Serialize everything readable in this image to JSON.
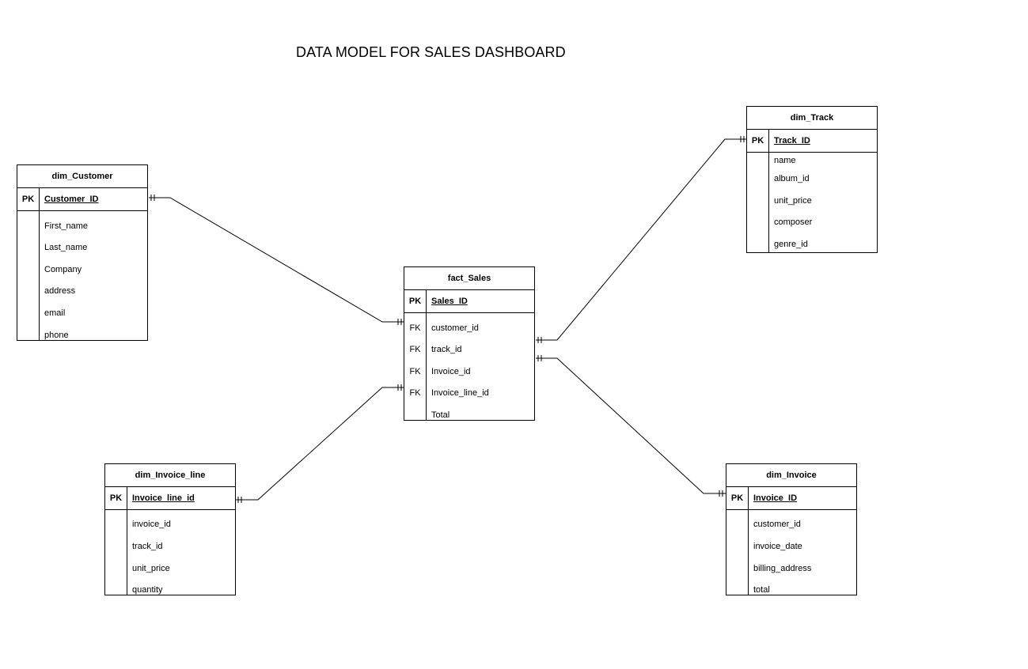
{
  "title": "DATA MODEL FOR SALES DASHBOARD",
  "entities": {
    "dim_customer": {
      "name": "dim_Customer",
      "pk": {
        "key": "PK",
        "field": "Customer_ID"
      },
      "fields": [
        {
          "key": "",
          "field": "First_name"
        },
        {
          "key": "",
          "field": "Last_name"
        },
        {
          "key": "",
          "field": "Company"
        },
        {
          "key": "",
          "field": "address"
        },
        {
          "key": "",
          "field": "email"
        },
        {
          "key": "",
          "field": "phone"
        }
      ]
    },
    "fact_sales": {
      "name": "fact_Sales",
      "pk": {
        "key": "PK",
        "field": "Sales_ID"
      },
      "fields": [
        {
          "key": "FK",
          "field": "customer_id"
        },
        {
          "key": "FK",
          "field": "track_id"
        },
        {
          "key": "FK",
          "field": "Invoice_id"
        },
        {
          "key": "FK",
          "field": "Invoice_line_id"
        },
        {
          "key": "",
          "field": "Total"
        }
      ]
    },
    "dim_track": {
      "name": "dim_Track",
      "pk": {
        "key": "PK",
        "field": "Track_ID"
      },
      "fields": [
        {
          "key": "",
          "field": "name"
        },
        {
          "key": "",
          "field": "album_id"
        },
        {
          "key": "",
          "field": "unit_price"
        },
        {
          "key": "",
          "field": "composer"
        },
        {
          "key": "",
          "field": "genre_id"
        }
      ]
    },
    "dim_invoice_line": {
      "name": "dim_Invoice_line",
      "pk": {
        "key": "PK",
        "field": "Invoice_line_id"
      },
      "fields": [
        {
          "key": "",
          "field": "invoice_id"
        },
        {
          "key": "",
          "field": "track_id"
        },
        {
          "key": "",
          "field": "unit_price"
        },
        {
          "key": "",
          "field": "quantity"
        }
      ]
    },
    "dim_invoice": {
      "name": "dim_Invoice",
      "pk": {
        "key": "PK",
        "field": "Invoice_ID"
      },
      "fields": [
        {
          "key": "",
          "field": "customer_id"
        },
        {
          "key": "",
          "field": "invoice_date"
        },
        {
          "key": "",
          "field": "billing_address"
        },
        {
          "key": "",
          "field": "total"
        }
      ]
    }
  },
  "relationships": [
    {
      "from": "dim_customer",
      "to": "fact_sales",
      "cardinality": "one-to-one"
    },
    {
      "from": "dim_track",
      "to": "fact_sales",
      "cardinality": "one-to-one"
    },
    {
      "from": "dim_invoice_line",
      "to": "fact_sales",
      "cardinality": "one-to-one"
    },
    {
      "from": "dim_invoice",
      "to": "fact_sales",
      "cardinality": "one-to-one"
    }
  ]
}
